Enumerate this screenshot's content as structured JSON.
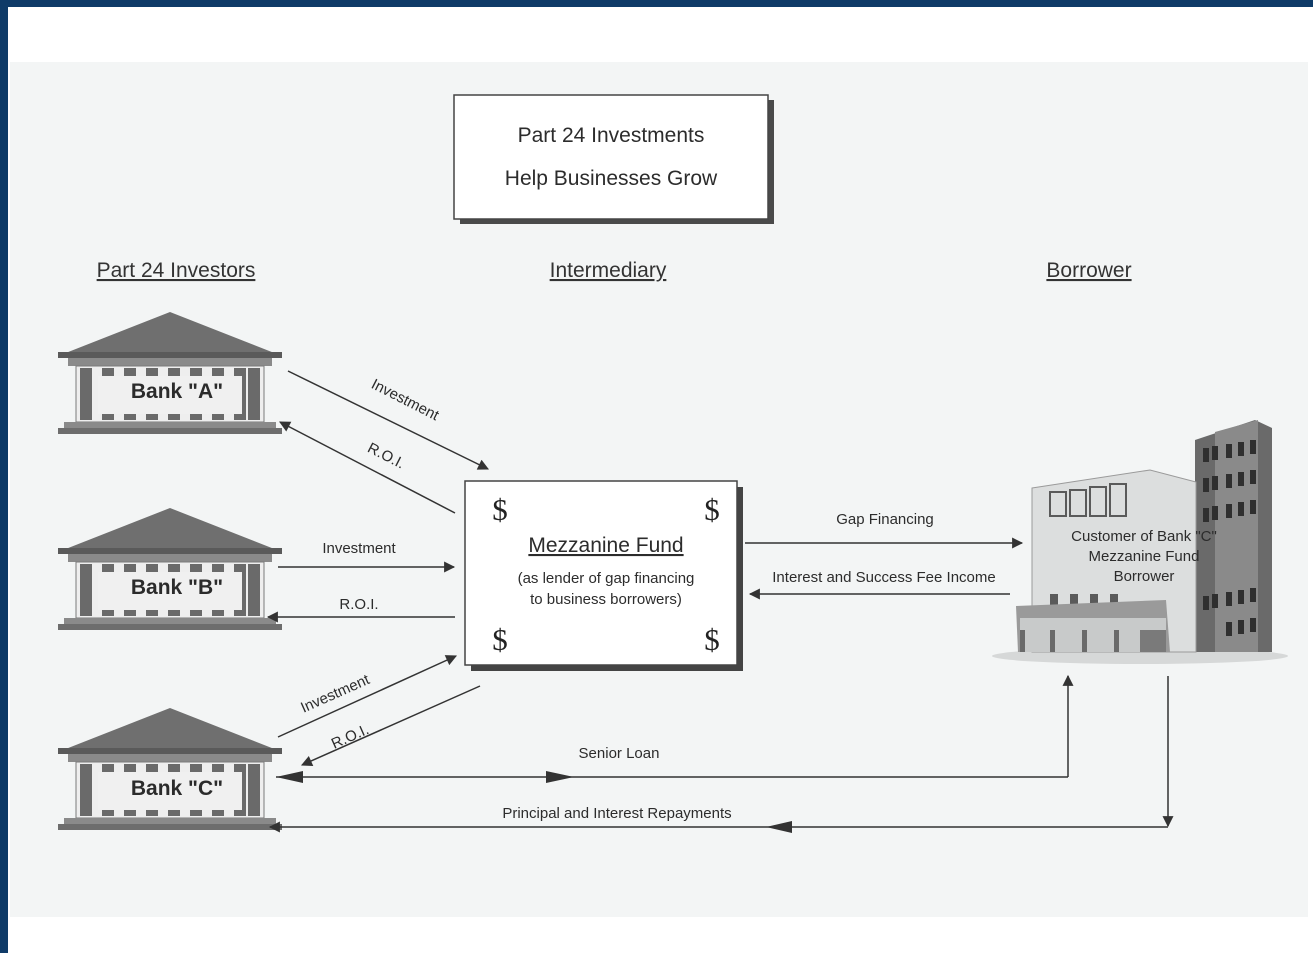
{
  "title": {
    "line1": "Part 24 Investments",
    "line2": "Help Businesses Grow"
  },
  "columns": {
    "investors": "Part 24 Investors",
    "intermediary": "Intermediary",
    "borrower": "Borrower"
  },
  "banks": {
    "a": "Bank \"A\"",
    "b": "Bank \"B\"",
    "c": "Bank \"C\""
  },
  "fund": {
    "title": "Mezzanine Fund",
    "desc1": "(as lender of gap financing",
    "desc2": "to business borrowers)",
    "symbol": "$"
  },
  "customer": {
    "line1": "Customer of Bank \"C\"",
    "line2": "Mezzanine Fund",
    "line3": "Borrower"
  },
  "flows": {
    "investment": "Investment",
    "roi": "R.O.I.",
    "gap_financing": "Gap Financing",
    "interest_fee": "Interest and Success Fee Income",
    "senior_loan": "Senior Loan",
    "repayments": "Principal and Interest Repayments"
  },
  "colors": {
    "frame": "#0f3b68",
    "background": "#f3f5f5",
    "line": "#3a3a3a"
  }
}
